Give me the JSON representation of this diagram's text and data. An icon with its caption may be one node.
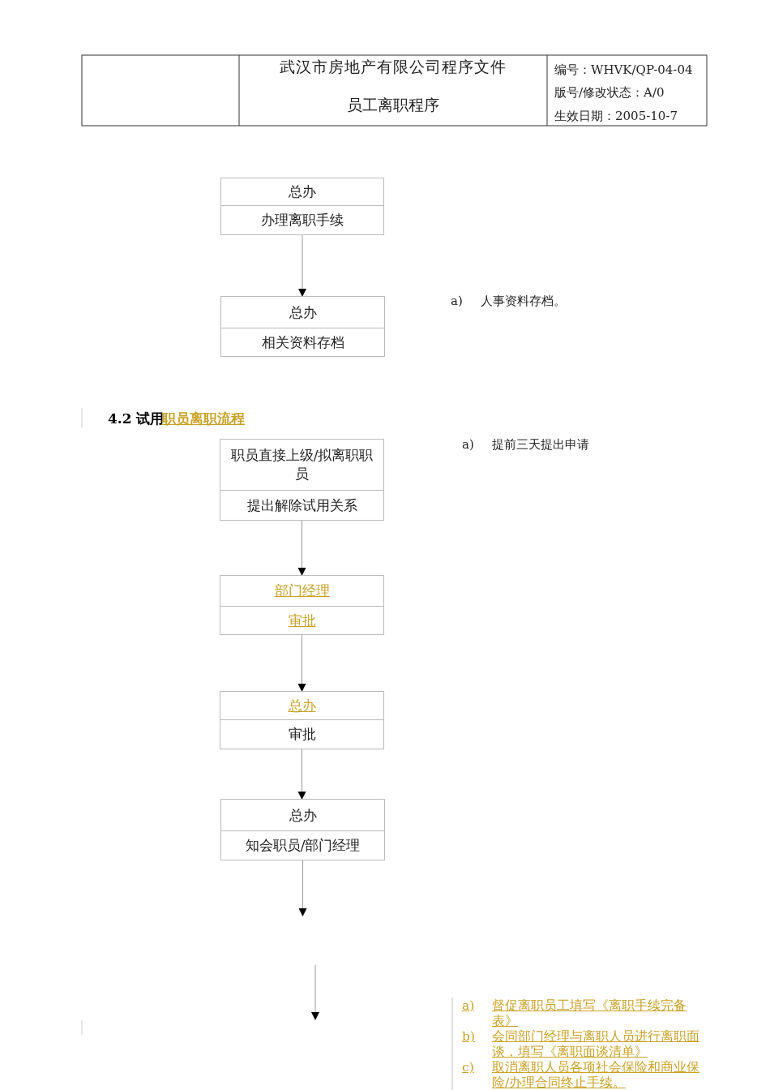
{
  "diagram": {
    "title": "武汉市房地产有限公司程序文件",
    "nodes": [
      {
        "text": [
          "总办",
          "办理离职手续"
        ]
      },
      {
        "text": [
          "总办",
          "相关资料存档"
        ]
      },
      {
        "text": [
          "职员直接上级/拟离职职员",
          "提出解除试用关系"
        ]
      },
      {
        "text": [
          "部门经理",
          "审批"
        ]
      },
      {
        "text": [
          "总办",
          "审批"
        ]
      },
      {
        "text": [
          "总办",
          "知会职员/部门经理"
        ]
      }
    ],
    "edges": [
      {
        "from": 0,
        "to": 1,
        "arrow": "to"
      },
      {
        "from": 2,
        "to": 3,
        "arrow": "to"
      },
      {
        "from": 3,
        "to": 4,
        "arrow": "to"
      },
      {
        "from": 4,
        "to": 5,
        "arrow": "to"
      },
      {
        "from": 5,
        "to": null,
        "arrow": "to"
      }
    ],
    "labels": [
      "员工离职程序",
      "编号：WHVK/QP-04-04",
      "版号/修改状态：A/0",
      "生效日期：2005-10-7",
      "a)",
      "人事资料存档。",
      "4.2 试用",
      "职员离职流程",
      "a)",
      "提前三天提出申请",
      "a)",
      "督促离职员工填写《离职手续完备表》",
      "b)",
      "会同部门经理与离职人员进行离职面谈，填写《离职面谈清单》",
      "c)",
      "取消离职人员各项社会保险和商业保险/办理合同终止手续。"
    ]
  }
}
